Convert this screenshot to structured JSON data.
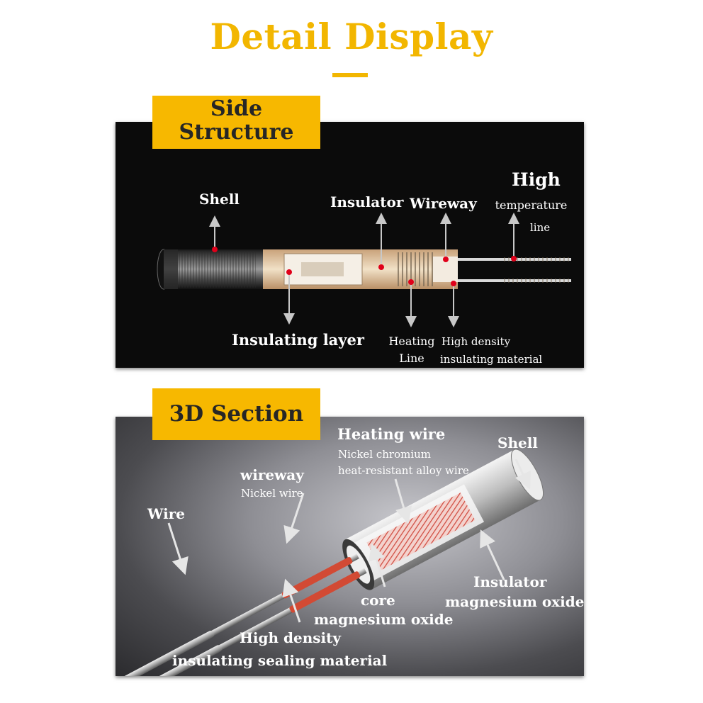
{
  "title": "Detail Display",
  "side_structure": {
    "tag_line1": "Side",
    "tag_line2": "Structure",
    "labels": {
      "shell": "Shell",
      "insulator": "Insulator",
      "wireway": "Wireway",
      "high": "High",
      "temperature": "temperature",
      "line": "line",
      "insulating_layer": "Insulating layer",
      "heating": "Heating",
      "heating_line": "Line",
      "high_density": "High density",
      "insulating_material": "insulating material"
    }
  },
  "section_3d": {
    "tag": "3D Section",
    "labels": {
      "heating_wire": "Heating wire",
      "nickel_chromium": "Nickel chromium",
      "heat_resistant": "heat-resistant alloy wire",
      "shell": "Shell",
      "wireway": "wireway",
      "nickel_wire": "Nickel wire",
      "wire": "Wire",
      "insulator": "Insulator",
      "magnesium_oxide_1": "magnesium oxide",
      "core": "core",
      "magnesium_oxide_2": "magnesium oxide",
      "high_density": "High density",
      "insulating_sealing": "insulating sealing material"
    }
  },
  "colors": {
    "accent": "#f2b600",
    "tag_bg": "#f7b800",
    "marker": "#e0001a"
  }
}
